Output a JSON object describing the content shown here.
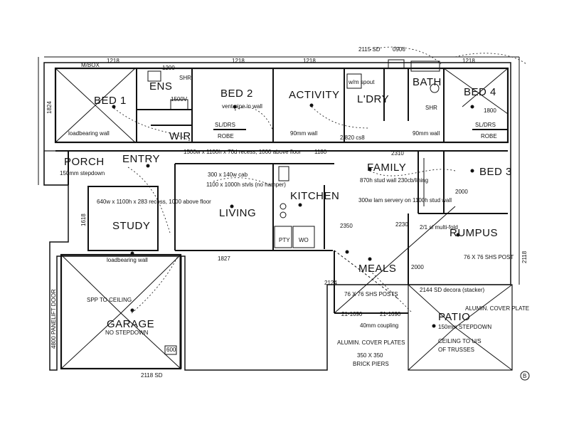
{
  "rooms": {
    "bed1": "BED 1",
    "ens": "ENS",
    "wir": "WIR",
    "bed2": "BED 2",
    "activity": "ACTIVITY",
    "ldry": "L'DRY",
    "bath": "BATH",
    "bed4": "BED 4",
    "porch": "PORCH",
    "entry": "ENTRY",
    "family": "FAMILY",
    "bed3": "BED 3",
    "study": "STUDY",
    "living": "LIVING",
    "kitchen": "KITCHEN",
    "rumpus": "RUMPUS",
    "meals": "MEALS",
    "garage": "GARAGE",
    "patio": "PATIO"
  },
  "notes": {
    "mbox": "M/BOX",
    "shr1": "SHR",
    "n1500v": "1500V",
    "robe": "ROBE",
    "sldrs": "SL/DRS",
    "vent_pipe": "vent pipe in wall",
    "wall_90": "90mm wall",
    "d2820": "2/820 cs8",
    "wm_spout": "w/m spout",
    "shr2": "SHR",
    "n1800": "1800",
    "n90wall2": "90mm wall",
    "loadbearing1": "loadbearing wall",
    "porch_step": "150mm stepdown",
    "recess": "1500w x 1100h x 70d recess, 1000 above floor",
    "n1180": "1180",
    "n2310": "2310",
    "recess2": "300 x 140w cab",
    "recess3": "1100 x 1000h stvls (no hamper)",
    "study_recess": "640w x 1100h x 283 recess, 1000 above floor",
    "stud_wall": "870h stud wall 230cb/lining",
    "servery": "300w lam servery on 1100h stud wall",
    "pty": "PTY",
    "wo": "WO",
    "robe2": "ROBE",
    "sldrs2": "SL/DRS",
    "n2000": "2000",
    "n2350": "2350",
    "n2230": "2230",
    "slfold": "2/1 sl multi-fold",
    "n76post": "76 X 76 SHS POST",
    "loadbearing2": "loadbearing wall",
    "n1827": "1827",
    "n2000b": "2000",
    "spp": "SPP TO CEILING",
    "nostep": "NO STEPDOWN",
    "n600": "600",
    "n76posts": "76 X 76 SHS POSTS",
    "n2124": "2124",
    "n21_1690a": "21-1690",
    "n21_1690b": "21-1690",
    "coupling": "40mm coupling",
    "n2144": "2144 SD decora (stacker)",
    "alumin1": "ALUMIN. COVER PLATE",
    "patio_step": "150mm STEPDOWN",
    "ceiling": "CEILING TO U/S",
    "trusses": "OF TRUSSES",
    "alumin2": "ALUMIN. COVER PLATES",
    "piers": "350 X 350",
    "piers2": "BRICK PIERS",
    "sd2118": "2118 SD",
    "parkers": "4800 PANELIFT DOOR",
    "n2115": "2115 SD",
    "n0906": "0906",
    "n1218a": "1218",
    "n1218b": "1218",
    "n1218c": "1218",
    "n1218d": "1218",
    "n1200": "1200",
    "n2118b": "2118",
    "n1618": "1618",
    "n1824": "1824",
    "b_mark": "B"
  }
}
